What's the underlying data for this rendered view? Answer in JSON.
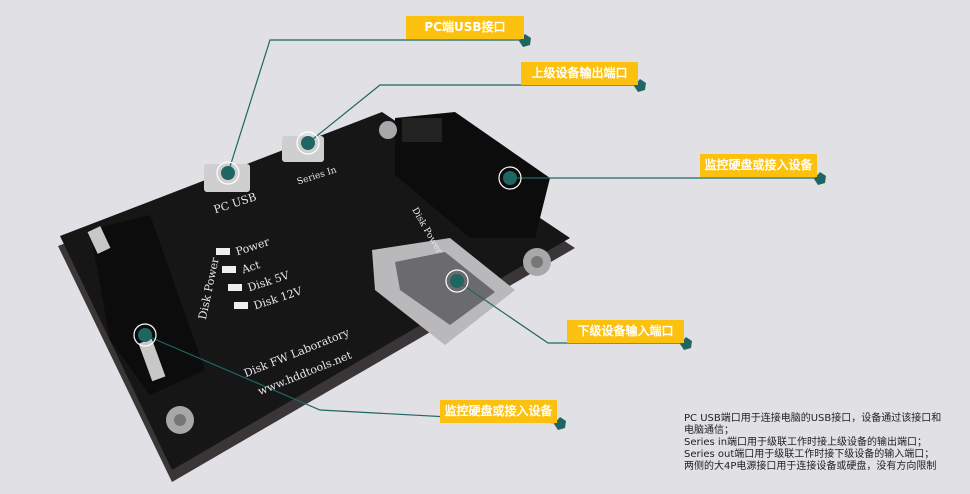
{
  "callouts": [
    {
      "label": "PC端USB接口"
    },
    {
      "label": "上级设备输出端口"
    },
    {
      "label": "监控硬盘或接入设备"
    },
    {
      "label": "下级设备输入端口"
    },
    {
      "label": "监控硬盘或接入设备"
    }
  ],
  "board": {
    "pc_usb": "PC USB",
    "series_in": "Series In",
    "power": "Power",
    "act": "Act",
    "disk5v": "Disk 5V",
    "disk12v": "Disk 12V",
    "disk_power_left": "Disk Power",
    "disk_power_right": "Disk Power",
    "lab": "Disk FW Laboratory",
    "url": "www.hddtools.net"
  },
  "description": [
    "PC USB端口用于连接电脑的USB接口，设备通过该接口和",
    "电脑通信；",
    "Series in端口用于级联工作时接上级设备的输出端口；",
    "Series out端口用于级联工作时接下级设备的输入端口；",
    "两侧的大4P电源接口用于连接设备或硬盘，没有方向限制"
  ],
  "colors": {
    "label": "#fcc10f",
    "line": "#1f6663",
    "board": "#1a1a1a",
    "background": "#e1e0e4"
  }
}
